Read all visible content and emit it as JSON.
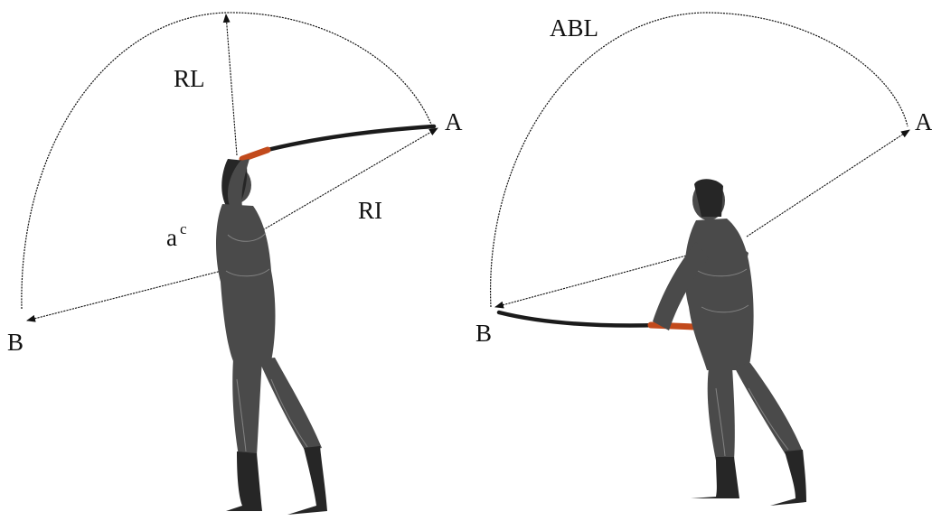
{
  "panels": [
    {
      "labels": {
        "point_a": "A",
        "point_b": "B",
        "radius_vertical": "RL",
        "radius_inclined": "RI",
        "angle": "a",
        "angle_superscript": "c"
      }
    },
    {
      "labels": {
        "arc": "ABL",
        "point_a": "A",
        "point_b": "B"
      }
    }
  ],
  "colors": {
    "ink": "#111111",
    "hilt": "#c24a1c",
    "figure": "#4a4a4a"
  }
}
